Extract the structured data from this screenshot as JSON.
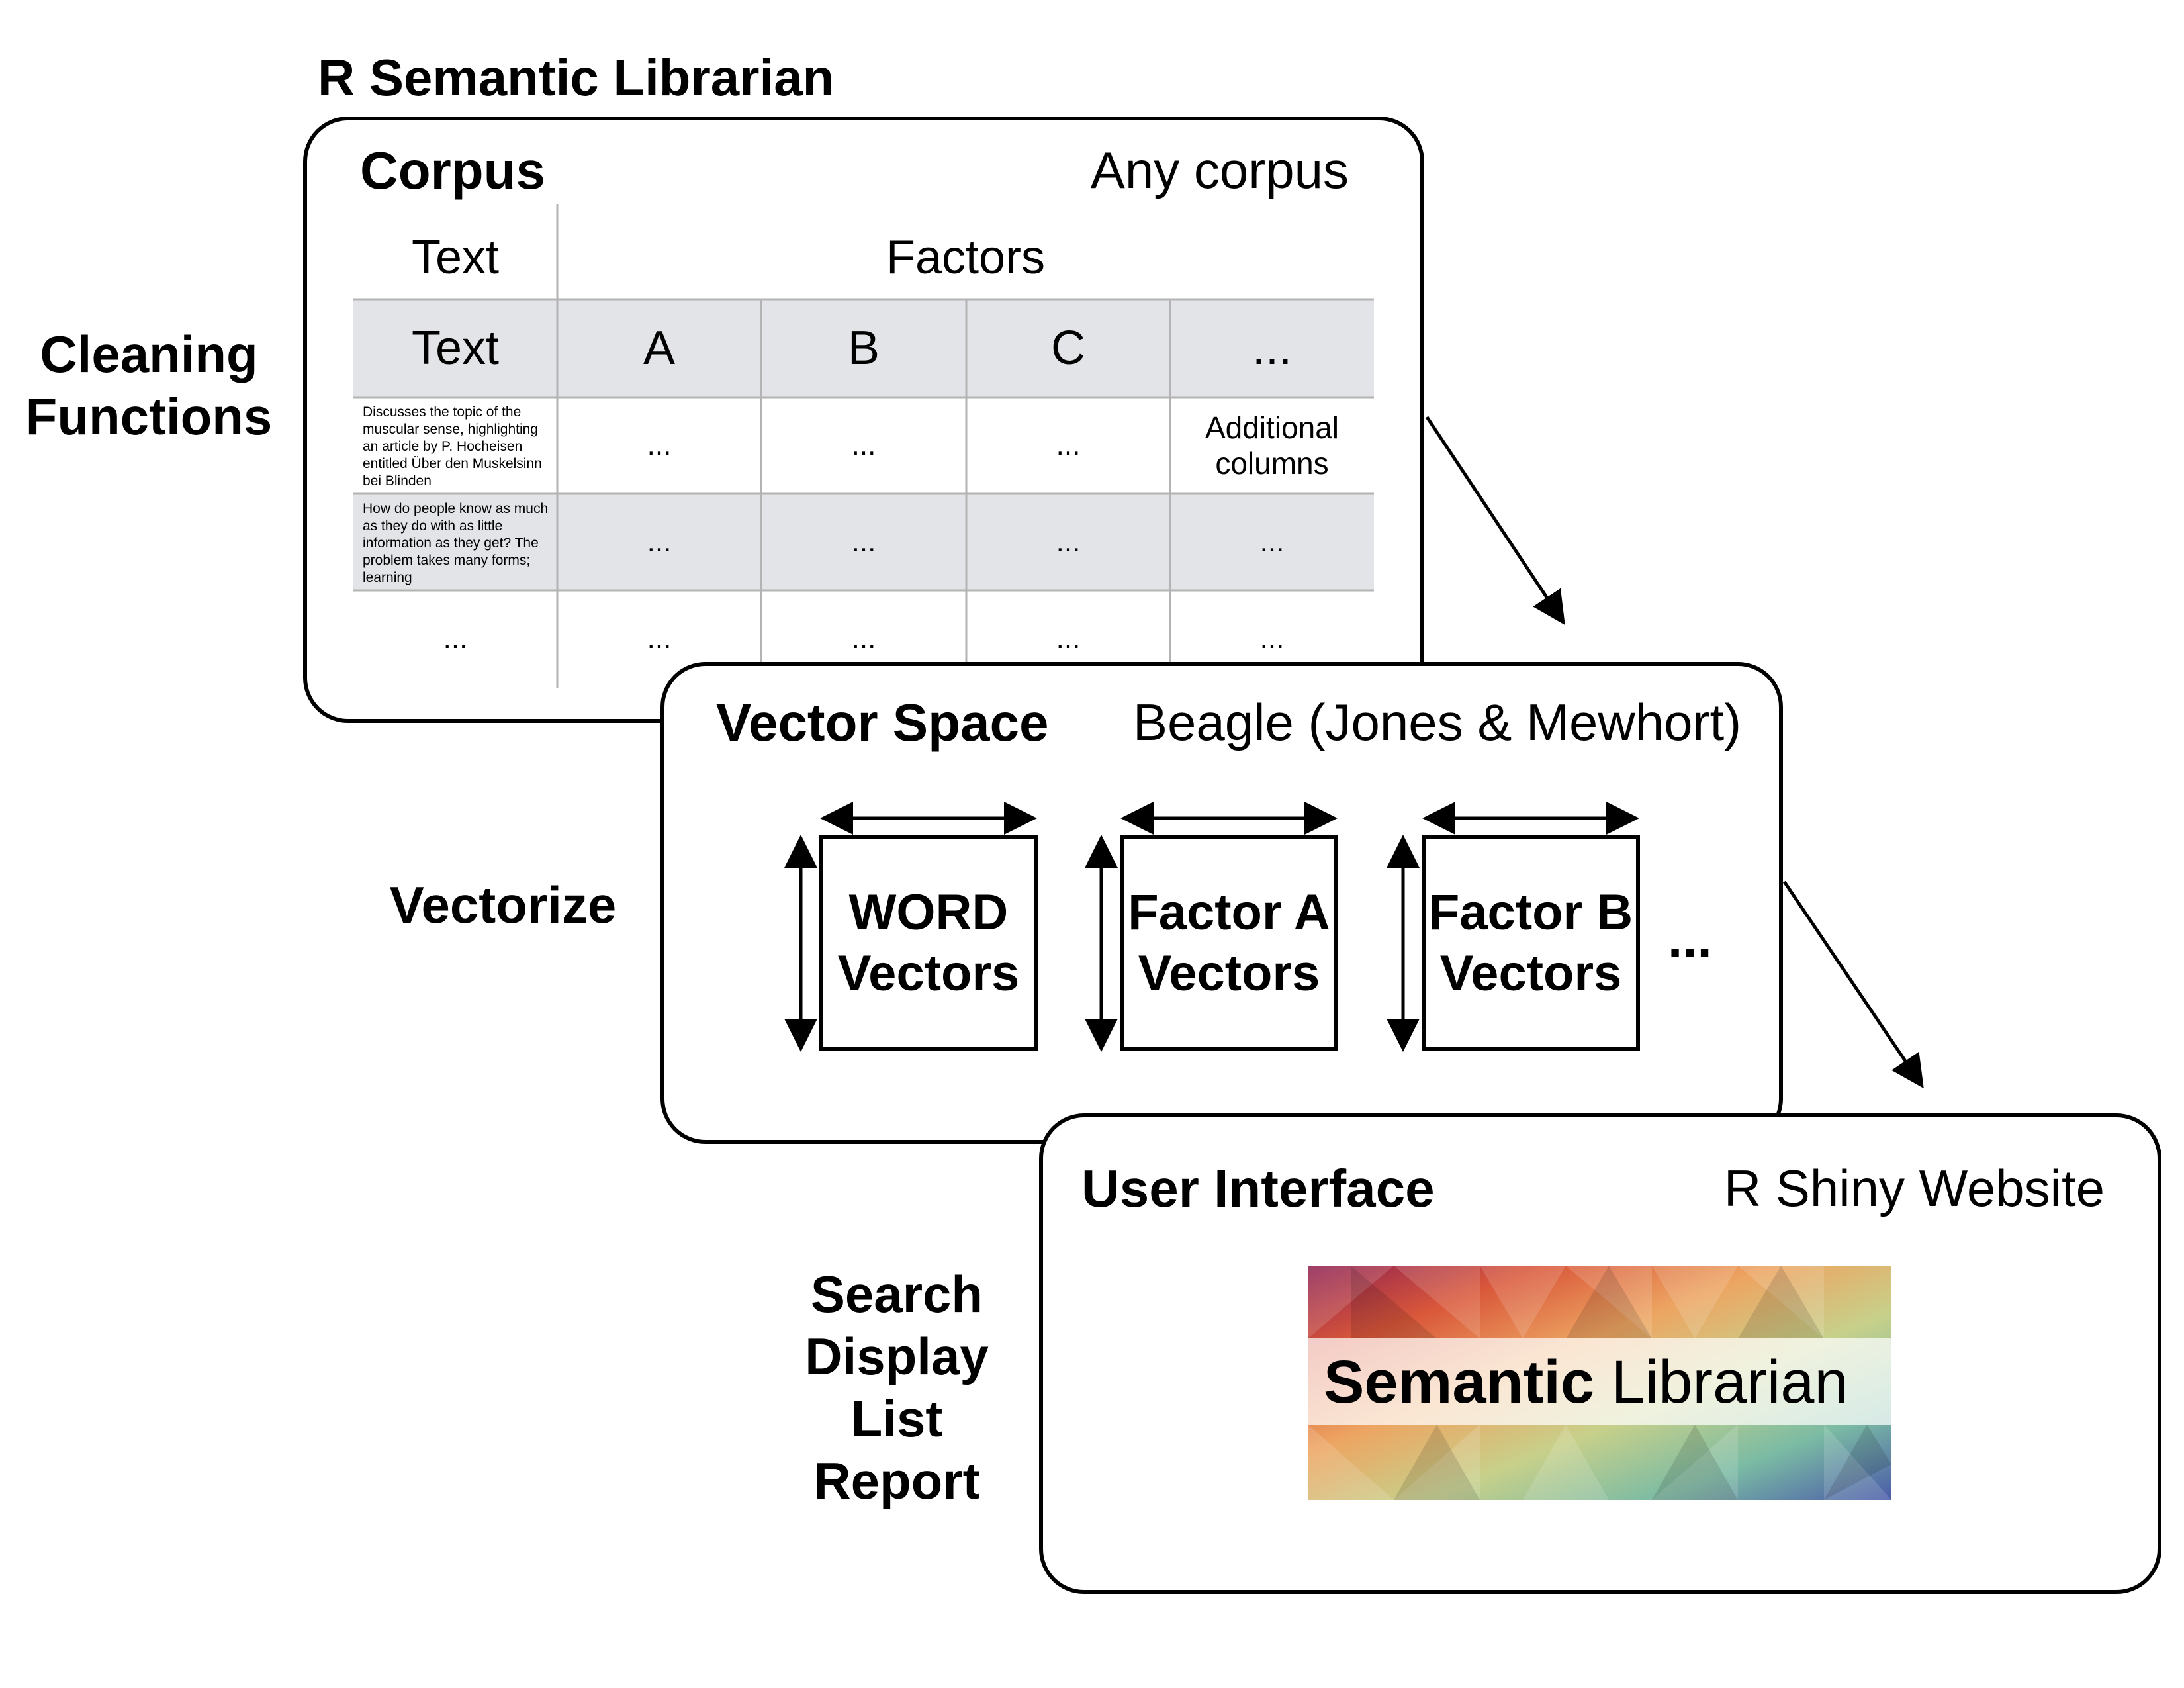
{
  "title": "R Semantic Librarian",
  "side_labels": {
    "cleaning": [
      "Cleaning",
      "Functions"
    ],
    "vectorize": "Vectorize",
    "ui_actions": [
      "Search",
      "Display",
      "List",
      "Report"
    ]
  },
  "corpus": {
    "title": "Corpus",
    "subtitle": "Any corpus",
    "group_headers": {
      "text": "Text",
      "factors": "Factors"
    },
    "column_headers": [
      "Text",
      "A",
      "B",
      "C",
      "..."
    ],
    "rows": [
      {
        "text": "Discusses the topic of the muscular sense, highlighting an article by P. Hocheisen entitled Über den Muskelsinn bei Blinden",
        "cells": [
          "...",
          "...",
          "...",
          "Additional columns"
        ]
      },
      {
        "text": "How do people know as much as they do with as little information as they get? The problem takes many forms; learning",
        "cells": [
          "...",
          "...",
          "...",
          "..."
        ]
      },
      {
        "text": "...",
        "cells": [
          "...",
          "...",
          "...",
          "..."
        ]
      }
    ]
  },
  "vector_space": {
    "title": "Vector Space",
    "subtitle": "Beagle (Jones & Mewhort)",
    "boxes": [
      {
        "line1": "WORD",
        "line2": "Vectors"
      },
      {
        "line1": "Factor A",
        "line2": "Vectors"
      },
      {
        "line1": "Factor B",
        "line2": "Vectors"
      }
    ],
    "ellipsis": "..."
  },
  "user_interface": {
    "title": "User Interface",
    "subtitle": "R Shiny Website",
    "logo": {
      "bold": "Semantic",
      "regular": "Librarian"
    }
  },
  "colors": {
    "line": "#000000",
    "grid": "#b3b3b3",
    "shaded_row": "#e3e4e8"
  }
}
